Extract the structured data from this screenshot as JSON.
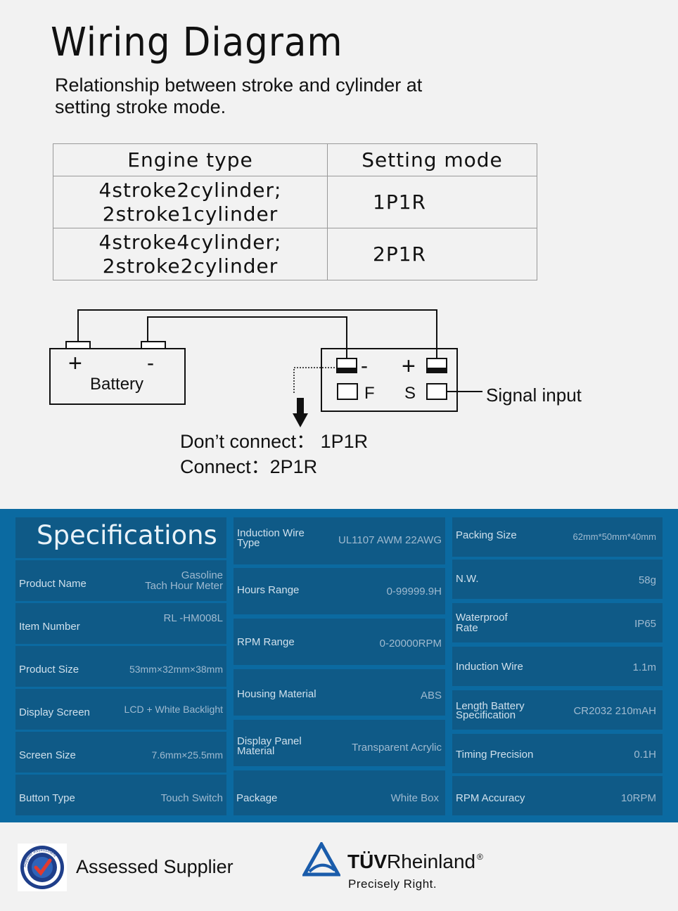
{
  "header": {
    "title": "Wiring  Diagram",
    "subtitle": "Relationship between stroke and cylinder at setting stroke mode."
  },
  "mode_table": {
    "headers": [
      "Engine type",
      "Setting mode"
    ],
    "rows": [
      {
        "engine_line1": "4stroke2cylinder;",
        "engine_line2": "2stroke1cylinder",
        "mode": "1P1R"
      },
      {
        "engine_line1": "4stroke4cylinder;",
        "engine_line2": "2stroke2cylinder",
        "mode": "2P1R"
      }
    ]
  },
  "wiring": {
    "battery_label": "Battery",
    "battery_plus": "+",
    "battery_minus": "-",
    "terminal_minus": "-",
    "terminal_plus": "+",
    "terminal_f": "F",
    "terminal_s": "S",
    "signal_label": "Signal input",
    "note_dont": "Don’t connect：  1P1R",
    "note_do": "Connect：2P1R"
  },
  "specs": {
    "title": "Specifications",
    "col1": [
      {
        "label": "Product Name",
        "value_line1": "Gasoline",
        "value_line2": "Tach Hour Meter"
      },
      {
        "label": "Item Number",
        "value": "RL -HM008L"
      },
      {
        "label": "Product Size",
        "value": "53mm×32mm×38mm"
      },
      {
        "label": "Display Screen",
        "value": "LCD + White Backlight"
      },
      {
        "label": "Screen Size",
        "value": "7.6mm×25.5mm"
      },
      {
        "label": "Button Type",
        "value": "Touch Switch"
      }
    ],
    "col2": [
      {
        "label_line1": "Induction Wire",
        "label_line2": "Type",
        "value": "UL1107 AWM 22AWG"
      },
      {
        "label": "Hours Range",
        "value": "0-99999.9H"
      },
      {
        "label": "RPM Range",
        "value": "0-20000RPM"
      },
      {
        "label": "Housing Material",
        "value": "ABS"
      },
      {
        "label_line1": "Display Panel",
        "label_line2": "Material",
        "value": "Transparent Acrylic"
      },
      {
        "label": "Package",
        "value": "White Box"
      }
    ],
    "col3": [
      {
        "label": "Packing Size",
        "value": "62mm*50mm*40mm"
      },
      {
        "label": "N.W.",
        "value": "58g"
      },
      {
        "label_line1": "Waterproof",
        "label_line2": "Rate",
        "value": "IP65"
      },
      {
        "label": "Induction Wire",
        "value": "1.1m"
      },
      {
        "label_line1": "Length Battery",
        "label_line2": "Specification",
        "value": "CR2032 210mAH"
      },
      {
        "label": "Timing  Precision",
        "value": "0.1H"
      },
      {
        "label": "RPM  Accuracy",
        "value": "10RPM"
      }
    ]
  },
  "footer": {
    "assessed": "Assessed Supplier",
    "seal_text": "Supplier Assessment",
    "tuv_bold": "TÜV",
    "tuv_rest": "Rheinland",
    "tuv_reg": "®",
    "tuv_tagline": "Precisely Right."
  },
  "colors": {
    "spec_bg": "#0b6aa1",
    "spec_cell": "#0f5a87",
    "tuv_blue": "#1a5cab"
  }
}
